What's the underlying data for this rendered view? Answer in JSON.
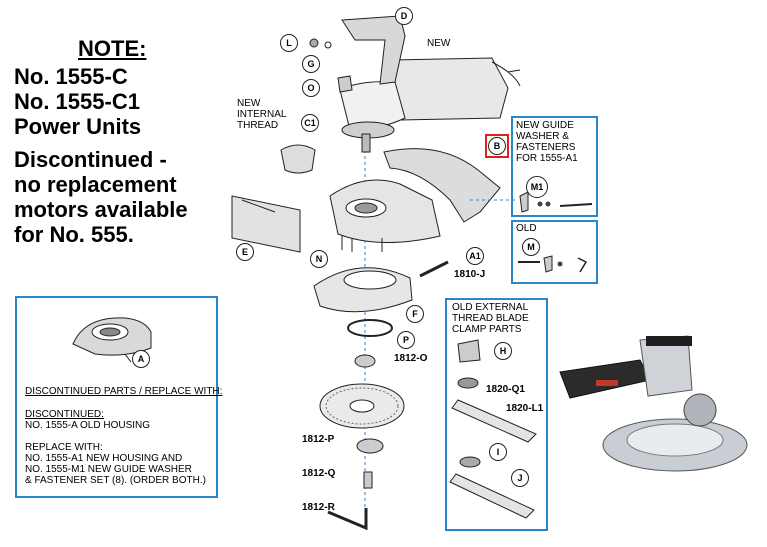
{
  "note": {
    "title": "NOTE:",
    "lines": [
      "No. 1555-C",
      "No. 1555-C1",
      "Power Units",
      "Discontinued -",
      "no replacement",
      "motors available",
      "for No. 555."
    ]
  },
  "labels": {
    "new": "NEW",
    "new_internal_thread": [
      "NEW",
      "INTERNAL",
      "THREAD"
    ],
    "new_guide": [
      "NEW GUIDE",
      "WASHER &",
      "FASTENERS",
      "FOR 1555-A1"
    ],
    "old": "OLD",
    "old_external": [
      "OLD EXTERNAL",
      "THREAD BLADE",
      "CLAMP PARTS"
    ]
  },
  "discontinued_box": {
    "header": "DISCONTINUED PARTS / REPLACE WITH:",
    "discontinued_title": "DISCONTINUED:",
    "discontinued_item": "NO. 1555-A OLD HOUSING",
    "replace_title": "REPLACE WITH:",
    "replace_lines": [
      "NO. 1555-A1 NEW HOUSING AND",
      "NO. 1555-M1 NEW GUIDE WASHER",
      "& FASTENER SET (8).  (ORDER BOTH.)"
    ]
  },
  "callouts": {
    "D": "D",
    "L": "L",
    "G": "G",
    "O": "O",
    "C1": "C1",
    "B": "B",
    "M1": "M1",
    "E": "E",
    "N": "N",
    "A1": "A1",
    "M": "M",
    "F": "F",
    "P": "P",
    "H": "H",
    "I": "I",
    "J": "J",
    "A": "A"
  },
  "part_numbers": {
    "p1810J": "1810-J",
    "p1812O": "1812-O",
    "p1820Q1": "1820-Q1",
    "p1820L1": "1820-L1",
    "p1812P": "1812-P",
    "p1812Q": "1812-Q",
    "p1812R": "1812-R"
  },
  "colors": {
    "box_border": "#2a86c8",
    "highlight": "#e0201b",
    "leader": "#3a7fc0"
  }
}
